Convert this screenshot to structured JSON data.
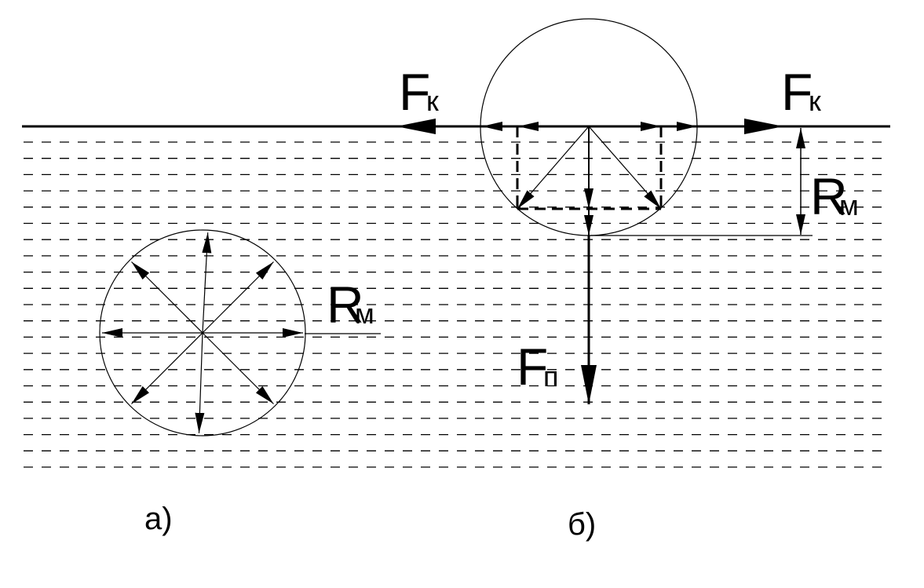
{
  "labels": {
    "fk_left": {
      "main": "F",
      "sub": "к"
    },
    "fk_right": {
      "main": "F",
      "sub": "к"
    },
    "rm_right": {
      "main": "R",
      "sub": "м"
    },
    "rm_left": {
      "main": "R",
      "sub": "м"
    },
    "fp": {
      "main": "F",
      "sub": "п"
    },
    "caption_a": "а)",
    "caption_b": "б)"
  },
  "colors": {
    "ink": "#000000",
    "background": "#ffffff"
  }
}
